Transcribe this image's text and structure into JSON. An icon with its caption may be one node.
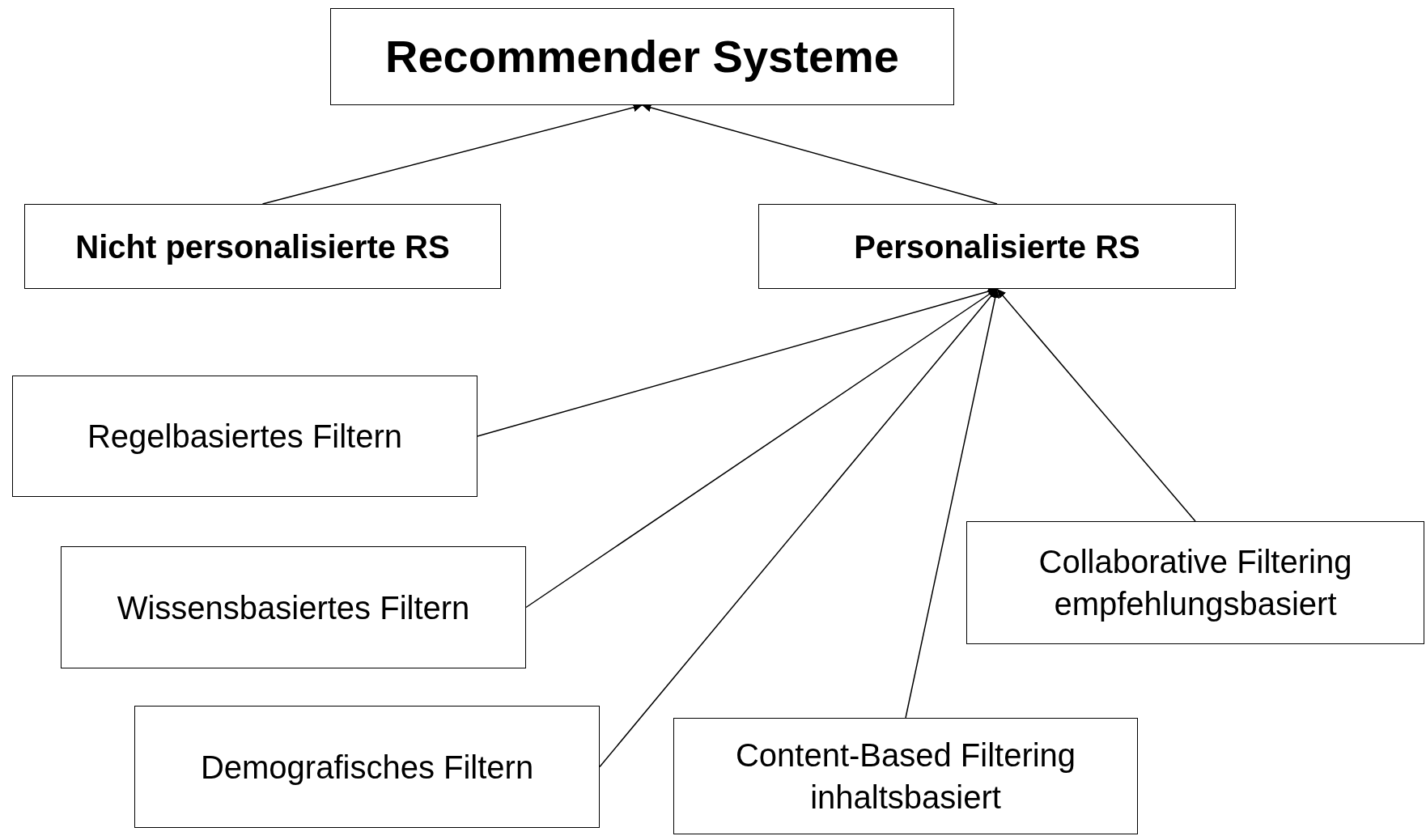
{
  "diagram": {
    "nodes": [
      {
        "text": [
          "Recommender Systeme"
        ]
      },
      {
        "text": [
          "Nicht personalisierte RS"
        ]
      },
      {
        "text": [
          "Personalisierte RS"
        ]
      },
      {
        "text": [
          "Regelbasiertes Filtern"
        ]
      },
      {
        "text": [
          "Wissensbasiertes Filtern"
        ]
      },
      {
        "text": [
          "Demografisches Filtern"
        ]
      },
      {
        "text": [
          "Collaborative Filtering empfehlungsbasiert"
        ]
      },
      {
        "text": [
          "Content-Based Filtering inhaltsbasiert"
        ]
      }
    ],
    "edges": [
      {
        "from": 1,
        "to": 0,
        "arrow": "to"
      },
      {
        "from": 2,
        "to": 0,
        "arrow": "to"
      },
      {
        "from": 3,
        "to": 2,
        "arrow": "to"
      },
      {
        "from": 4,
        "to": 2,
        "arrow": "to"
      },
      {
        "from": 5,
        "to": 2,
        "arrow": "to"
      },
      {
        "from": 7,
        "to": 2,
        "arrow": "to"
      },
      {
        "from": 6,
        "to": 2,
        "arrow": "to"
      }
    ]
  }
}
